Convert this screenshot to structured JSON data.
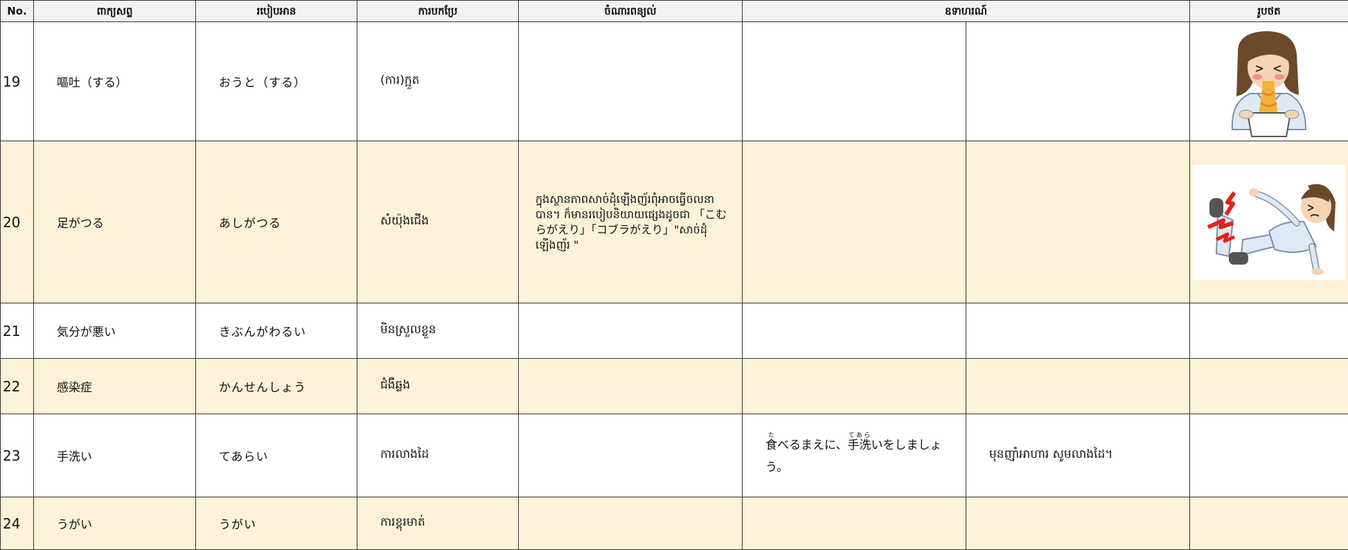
{
  "headers": {
    "no": "No.",
    "word": "ពាក្យសព្ទ",
    "reading": "របៀបអាន",
    "translation": "ការបកប្រែ",
    "explanation": "ចំណារពន្យល់",
    "example": "ឧទាហរណ៍",
    "picture": "រូបថត"
  },
  "rows": [
    {
      "no": "19",
      "word": "嘔吐（する）",
      "reading": "おうと（する）",
      "translation": "(ការ)ក្អួត",
      "explanation": "",
      "example_jp_pre": "",
      "example_jp_ruby1": "",
      "example_jp_rt1": "",
      "example_jp_mid": "",
      "example_jp_ruby2": "",
      "example_jp_rt2": "",
      "example_jp_post": "",
      "example_km": "",
      "image": "vomiting-illustration"
    },
    {
      "no": "20",
      "word": "足がつる",
      "reading": "あしがつる",
      "translation": "សំយ៉ុងជើង",
      "explanation": "ក្នុងស្ថានភាពសាច់ដុំឡើងញ័រពុំអាចធ្វើចលនាបាន។ ក៏មានរបៀបនិយាយផ្សេងដូចជា 「こむらがえり」「コブラがえり」\"សាច់ដុំឡើងញ័រ \"",
      "example_jp_pre": "",
      "example_jp_ruby1": "",
      "example_jp_rt1": "",
      "example_jp_mid": "",
      "example_jp_ruby2": "",
      "example_jp_rt2": "",
      "example_jp_post": "",
      "example_km": "",
      "image": "leg-cramp-illustration"
    },
    {
      "no": "21",
      "word": "気分が悪い",
      "reading": "きぶんがわるい",
      "translation": "មិនស្រួលខ្លួន",
      "explanation": "",
      "example_jp_pre": "",
      "example_jp_ruby1": "",
      "example_jp_rt1": "",
      "example_jp_mid": "",
      "example_jp_ruby2": "",
      "example_jp_rt2": "",
      "example_jp_post": "",
      "example_km": "",
      "image": ""
    },
    {
      "no": "22",
      "word": "感染症",
      "reading": "かんせんしょう",
      "translation": "ជំងឺឆ្លង",
      "explanation": "",
      "example_jp_pre": "",
      "example_jp_ruby1": "",
      "example_jp_rt1": "",
      "example_jp_mid": "",
      "example_jp_ruby2": "",
      "example_jp_rt2": "",
      "example_jp_post": "",
      "example_km": "",
      "image": ""
    },
    {
      "no": "23",
      "word": "手洗い",
      "reading": "てあらい",
      "translation": "ការលាងដៃ",
      "explanation": "",
      "example_jp_pre": "",
      "example_jp_ruby1": "食",
      "example_jp_rt1": "た",
      "example_jp_mid": "べるまえに、",
      "example_jp_ruby2": "手洗",
      "example_jp_rt2": "てあら",
      "example_jp_post": "いをしましょう。",
      "example_km": "មុនញ៉ាំអាហារ សូមលាងដៃ។",
      "image": ""
    },
    {
      "no": "24",
      "word": "うがい",
      "reading": "うがい",
      "translation": "ការខ្ពុរមាត់",
      "explanation": "",
      "example_jp_pre": "",
      "example_jp_ruby1": "",
      "example_jp_rt1": "",
      "example_jp_mid": "",
      "example_jp_ruby2": "",
      "example_jp_rt2": "",
      "example_jp_post": "",
      "example_km": "",
      "image": ""
    }
  ],
  "colors": {
    "header_bg": "#f2f2f2",
    "alt_row_bg": "#fdf2d8",
    "border": "#333333"
  }
}
